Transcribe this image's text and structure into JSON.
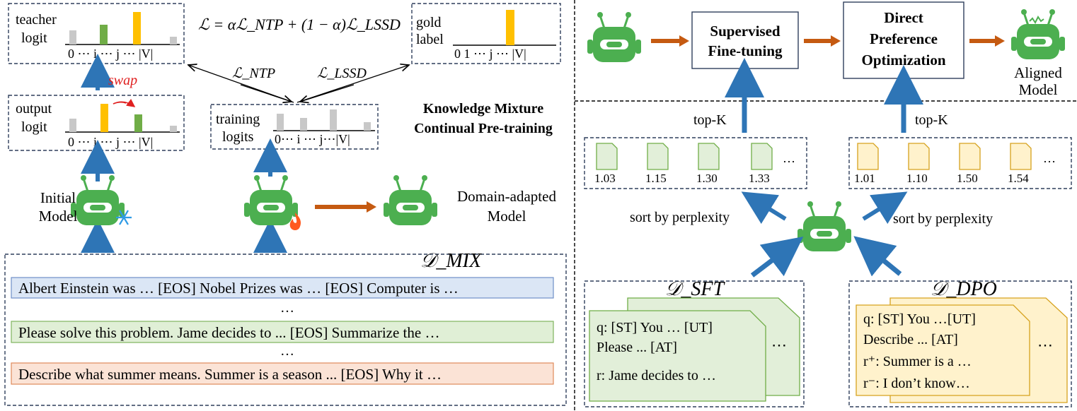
{
  "left_panel": {
    "teacher_logit": {
      "line1": "teacher",
      "line2": "logit",
      "axis": "0 ⋯ i ⋯ j ⋯ |V|"
    },
    "output_logit": {
      "line1": "output",
      "line2": "logit",
      "axis": "0 ⋯ i ⋯ j ⋯ |V|"
    },
    "swap_label": "swap",
    "loss_formula": "ℒ = αℒ_NTP + (1 − α)ℒ_LSSD",
    "gold_label": {
      "line1": "gold",
      "line2": "label",
      "axis": "0 1 ⋯ j ⋯ |V|"
    },
    "loss_ntp_label": "ℒ_NTP",
    "loss_lssd_label": "ℒ_LSSD",
    "training_logits": {
      "line1": "training",
      "line2": "logits",
      "axis": "0⋯ i ⋯ j⋯|V|"
    },
    "kmcp_title_line1": "Knowledge Mixture",
    "kmcp_title_line2": "Continual Pre-training",
    "initial_model": {
      "line1": "Initial",
      "line2": "Model"
    },
    "domain_model": {
      "line1": "Domain-adapted",
      "line2": "Model"
    },
    "mix_label": "𝒟_MIX",
    "mix_rows": [
      {
        "text": "Albert Einstein was … [EOS] Nobel Prizes was … [EOS] Computer is …",
        "color": "#dbe6f5",
        "border": "#6f8fc9"
      },
      {
        "text": "Please solve this problem. Jame decides to ... [EOS] Summarize the …",
        "color": "#e0efd6",
        "border": "#7fb35e"
      },
      {
        "text": "Describe what summer means. Summer is a season ... [EOS] Why it …",
        "color": "#fbe3d6",
        "border": "#e08a5a"
      }
    ],
    "ellipsis": "…"
  },
  "right_panel": {
    "sft_box": {
      "line1": "Supervised",
      "line2": "Fine-tuning"
    },
    "dpo_box": {
      "line1": "Direct",
      "line2": "Preference",
      "line3": "Optimization"
    },
    "aligned_model": {
      "line1": "Aligned",
      "line2": "Model"
    },
    "topk_left": "top-K",
    "topk_right": "top-K",
    "sft_scores": [
      "1.03",
      "1.15",
      "1.30",
      "1.33"
    ],
    "dpo_scores": [
      "1.01",
      "1.10",
      "1.50",
      "1.54"
    ],
    "more": "…",
    "sort_left": "sort by perplexity",
    "sort_right": "sort by perplexity",
    "sft_label": "𝒟_SFT",
    "dpo_label": "𝒟_DPO",
    "sft_card": {
      "line1": "q: [ST] You … [UT]",
      "line2": "Please ... [AT]",
      "line3": "r: Jame decides to …"
    },
    "dpo_card": {
      "line1": "q: [ST] You …[UT]",
      "line2": "Describe ... [AT]",
      "line3": "r⁺: Summer is a …",
      "line4": "r⁻: I don’t know…"
    },
    "card_more": "⋯"
  },
  "colors": {
    "robot_green": "#4caf50",
    "arrow_blue": "#2e75b6",
    "arrow_orange": "#c55a11",
    "bar_gray": "#c8c8c8",
    "bar_green": "#70ad47",
    "bar_gold": "#ffc000",
    "swap_red": "#e02020",
    "doc_green_fill": "#e2efd9",
    "doc_yellow_fill": "#fff2cc"
  }
}
